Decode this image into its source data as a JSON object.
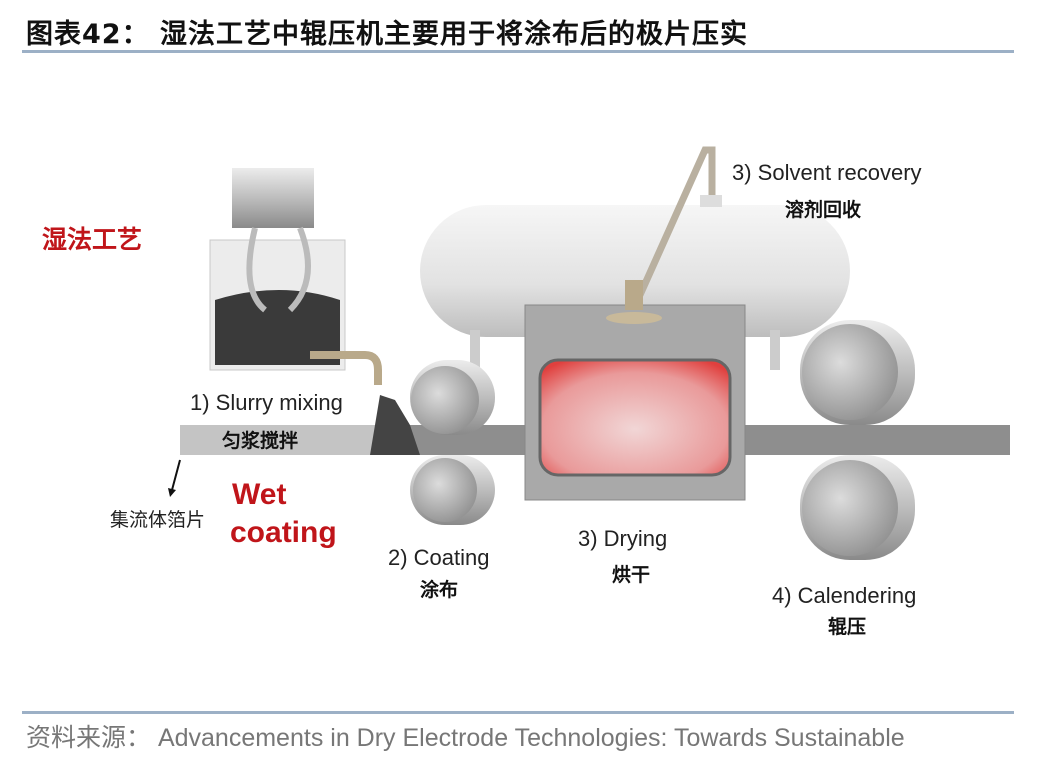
{
  "header": {
    "title": "图表42：  湿法工艺中辊压机主要用于将涂布后的极片压实"
  },
  "diagram": {
    "process_label": "湿法工艺",
    "wet_coating": [
      "Wet",
      "coating"
    ],
    "collector_label": "集流体箔片",
    "steps": [
      {
        "en": "1) Slurry mixing",
        "cn": "匀浆搅拌"
      },
      {
        "en": "2) Coating",
        "cn": "涂布"
      },
      {
        "en": "3) Drying",
        "cn": "烘干"
      },
      {
        "en": "3) Solvent recovery",
        "cn": "溶剂回收"
      },
      {
        "en": "4) Calendering",
        "cn": "辊压"
      }
    ]
  },
  "footer": {
    "source": "资料来源：  Advancements in Dry  Electrode Technologies:  Towards  Sustainable"
  }
}
